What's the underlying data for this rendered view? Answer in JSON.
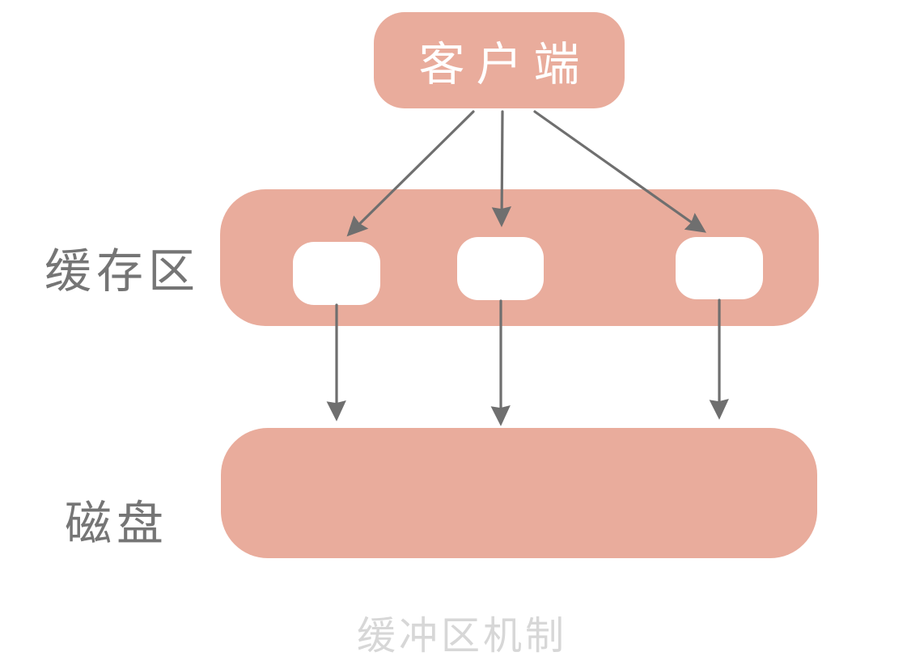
{
  "diagram": {
    "caption": "缓冲区机制",
    "nodes": {
      "client": {
        "label": "客户端"
      },
      "buffer": {
        "label": "缓存区",
        "slot_count": 3
      },
      "disk": {
        "label": "磁盘"
      }
    },
    "icons": {
      "connector": "arrow-down-icon"
    },
    "colors": {
      "node_fill": "#E9AC9C",
      "slot_fill": "#FFFFFF",
      "arrow": "#6F6F6F",
      "side_label_text": "#757575",
      "node_text": "#FFFFFF",
      "caption_text": "#D7D7D7",
      "background": "#FFFFFF"
    }
  }
}
